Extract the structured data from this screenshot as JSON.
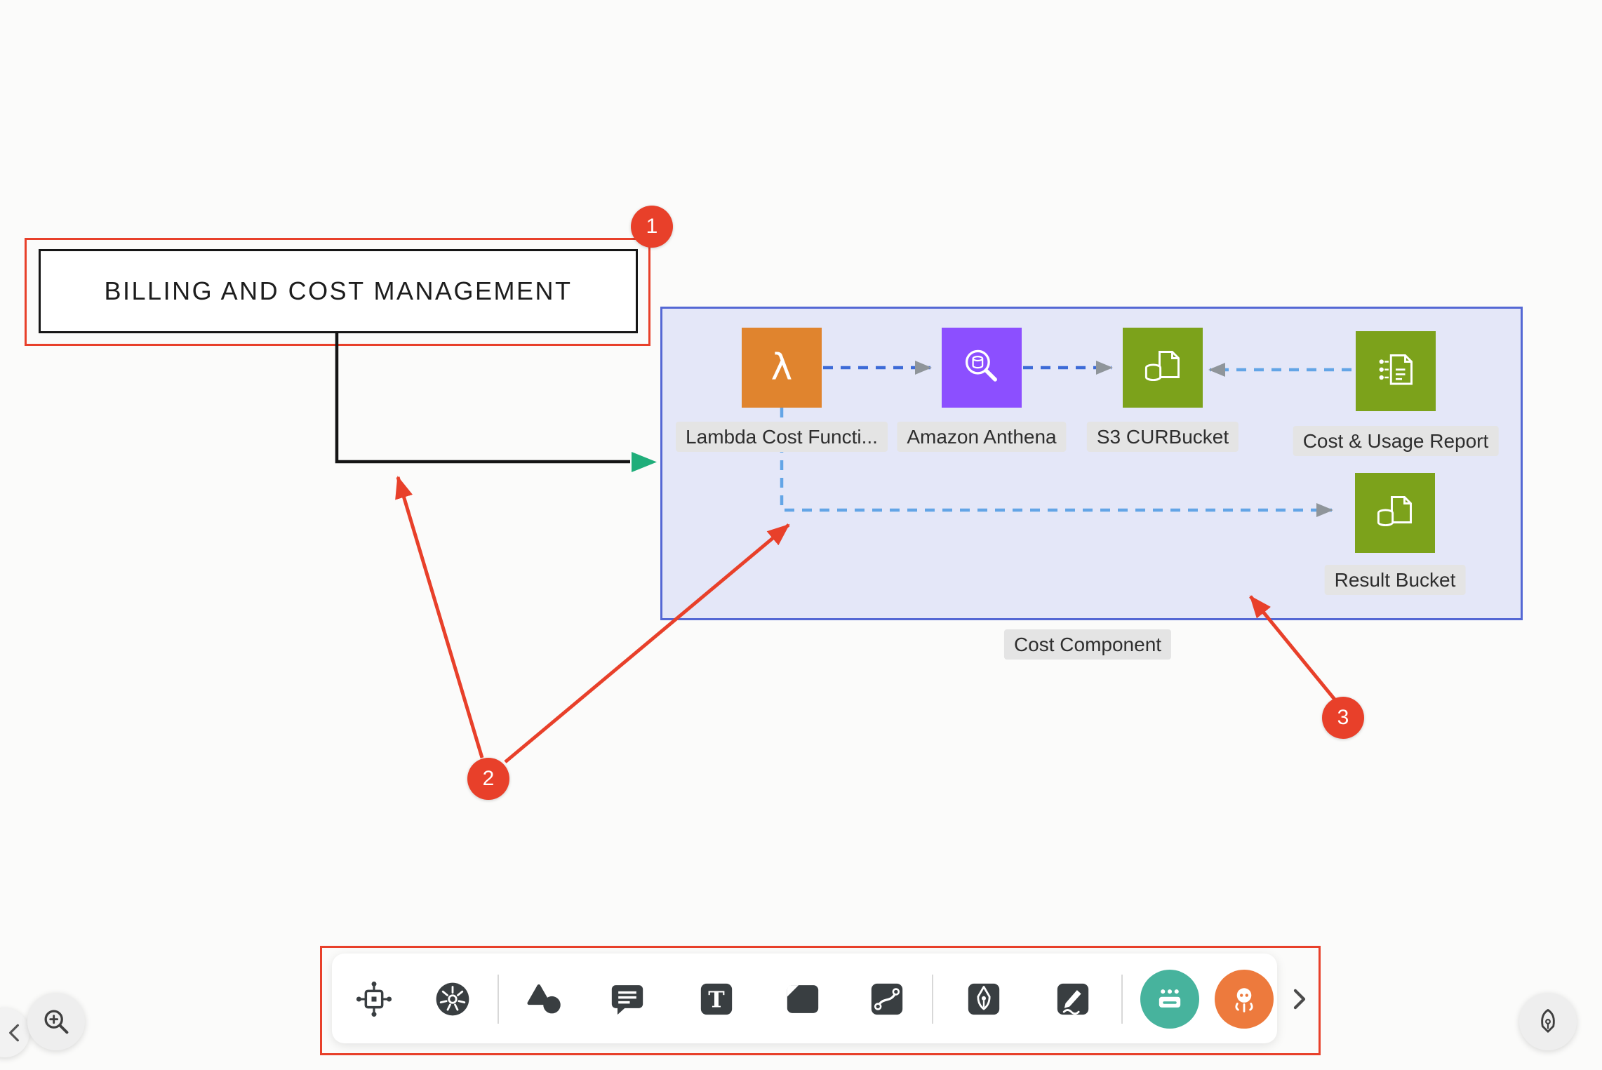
{
  "colors": {
    "annotation_red": "#e8402a",
    "group_fill": "#e4e7f8",
    "group_border": "#5468d4",
    "lambda_orange": "#e0842e",
    "athena_purple": "#8c4fff",
    "s3_green": "#7ca21b",
    "dashed_dark_blue": "#3d6bd7",
    "dashed_light_blue": "#63a5e6",
    "arrowhead_gray": "#8f959a",
    "flow_arrow_green": "#1fae7a",
    "toolbar_icon_dark": "#393e41",
    "teal_app": "#47b39d",
    "orange_app": "#ed7a3d"
  },
  "diagram": {
    "title_box": {
      "label": "BILLING AND COST MANAGEMENT"
    },
    "group": {
      "label": "Cost Component"
    },
    "nodes": [
      {
        "label": "Lambda Cost Functi...",
        "icon": "aws-lambda-icon",
        "color": "#e0842e"
      },
      {
        "label": "Amazon Anthena",
        "icon": "amazon-athena-icon",
        "color": "#8c4fff"
      },
      {
        "label": "S3 CURBucket",
        "icon": "s3-bucket-icon",
        "color": "#7ca21b"
      },
      {
        "label": "Cost & Usage Report",
        "icon": "cost-usage-report-icon",
        "color": "#7ca21b"
      },
      {
        "label": "Result Bucket",
        "icon": "s3-bucket-icon",
        "color": "#7ca21b"
      }
    ],
    "badges": [
      {
        "label": "1"
      },
      {
        "label": "2"
      },
      {
        "label": "3"
      }
    ]
  },
  "icons": {
    "lambda_glyph": "λ",
    "text_tool_glyph": "T",
    "toolbar_items": [
      "architecture-chip-icon",
      "kubernetes-icon",
      "shapes-icon",
      "comment-icon",
      "text-tool-icon",
      "frame-icon",
      "connector-icon",
      "pen-icon",
      "pencil-icon",
      "teal-app-icon",
      "orange-app-icon",
      "chevron-right-icon"
    ],
    "controls": [
      "chevron-left-icon",
      "zoom-in-icon",
      "pen-nib-icon"
    ]
  }
}
